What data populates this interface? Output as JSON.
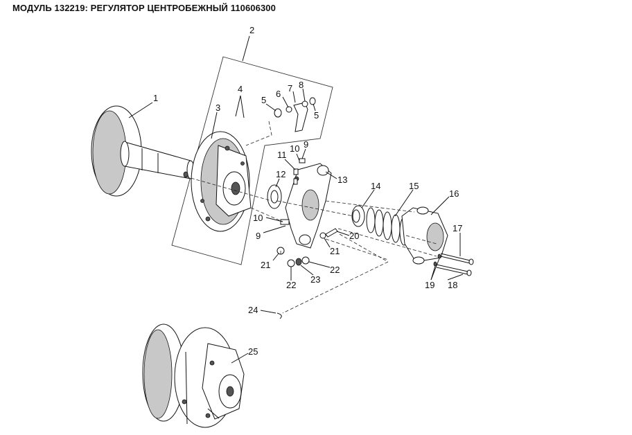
{
  "title": "МОДУЛЬ 132219: РЕГУЛЯТОР ЦЕНТРОБЕЖНЫЙ 110606300",
  "callouts": [
    {
      "text": "1"
    },
    {
      "text": "2"
    },
    {
      "text": "3"
    },
    {
      "text": "4"
    },
    {
      "text": "5"
    },
    {
      "text": "6"
    },
    {
      "text": "7"
    },
    {
      "text": "8"
    },
    {
      "text": "5"
    },
    {
      "text": "9"
    },
    {
      "text": "10"
    },
    {
      "text": "11"
    },
    {
      "text": "12"
    },
    {
      "text": "13"
    },
    {
      "text": "14"
    },
    {
      "text": "15"
    },
    {
      "text": "16"
    },
    {
      "text": "10"
    },
    {
      "text": "9"
    },
    {
      "text": "20"
    },
    {
      "text": "21"
    },
    {
      "text": "17"
    },
    {
      "text": "21"
    },
    {
      "text": "22"
    },
    {
      "text": "22"
    },
    {
      "text": "23"
    },
    {
      "text": "19"
    },
    {
      "text": "18"
    },
    {
      "text": "24"
    },
    {
      "text": "25"
    }
  ]
}
